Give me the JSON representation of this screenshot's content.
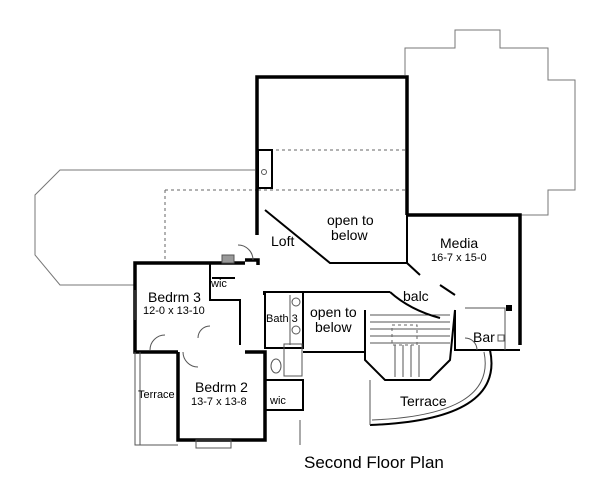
{
  "plan": {
    "title": "Second Floor Plan",
    "rooms": {
      "open_to_below_top": {
        "line1": "open to",
        "line2": "below"
      },
      "loft": {
        "name": "Loft"
      },
      "media": {
        "name": "Media",
        "size": "16-7 x 15-0"
      },
      "wic_bedrm3": {
        "name": "wic"
      },
      "bedrm3": {
        "name": "Bedrm 3",
        "size": "12-0 x 13-10"
      },
      "bath3": {
        "name": "Bath 3"
      },
      "open_to_below_mid": {
        "line1": "open to",
        "line2": "below"
      },
      "balc": {
        "name": "balc"
      },
      "bar": {
        "name": "Bar"
      },
      "terrace_left": {
        "name": "Terrace"
      },
      "bedrm2": {
        "name": "Bedrm 2",
        "size": "13-7 x 13-8"
      },
      "wic_bedrm2": {
        "name": "wic"
      },
      "terrace_right": {
        "name": "Terrace"
      }
    }
  }
}
